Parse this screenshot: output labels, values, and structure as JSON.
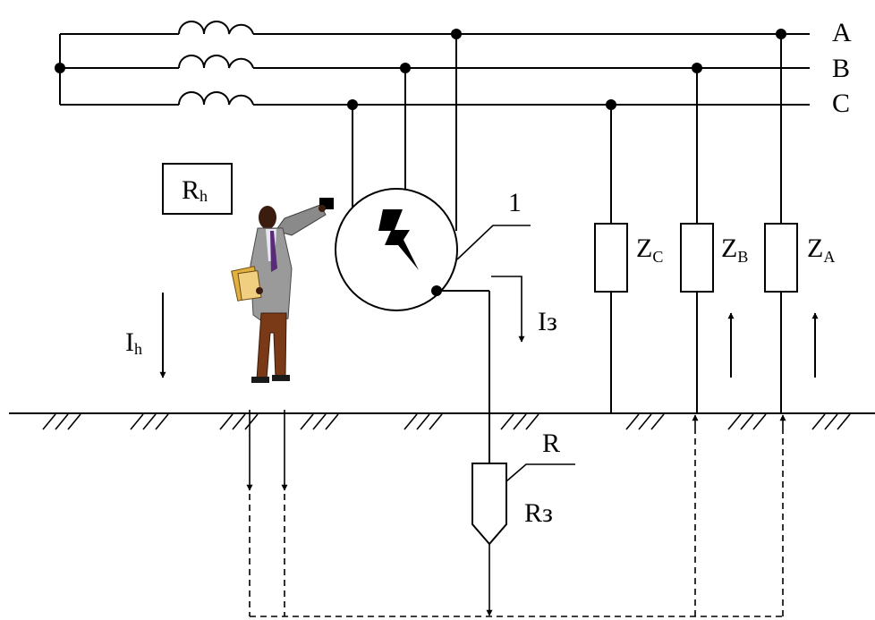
{
  "phases": {
    "a": "A",
    "b": "B",
    "c": "C"
  },
  "labels": {
    "device_number": "1",
    "r_h_main": "R",
    "r_h_sub": "h",
    "i_h_main": "I",
    "i_h_sub": "h",
    "i_z": "Iз",
    "r": "R",
    "r_z": "Rз"
  },
  "impedances": [
    {
      "main": "Z",
      "sub": "C"
    },
    {
      "main": "Z",
      "sub": "B"
    },
    {
      "main": "Z",
      "sub": "A"
    }
  ],
  "icons": {
    "lightning": "lightning-bolt-icon",
    "person": "person-with-device-icon",
    "ground": "ground-hatch-icon",
    "electrode": "ground-electrode-icon"
  }
}
